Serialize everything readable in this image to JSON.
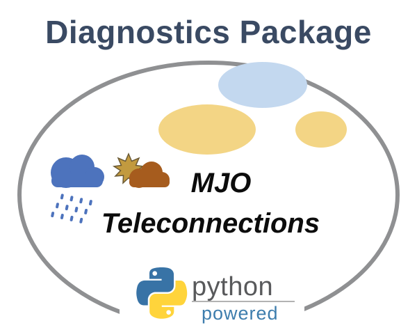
{
  "title": "Diagnostics Package",
  "center_text": {
    "line1": "MJO",
    "line2": "Teleconnections"
  },
  "badge": {
    "wordmark": "python",
    "tagline": "powered"
  },
  "colors": {
    "title": "#3a4a63",
    "ring": "#8f9092",
    "blob_blue": "#c3d8ef",
    "blob_yellow": "#f3d585",
    "cloud_blue": "#4d73bd",
    "rain_blue": "#4d73bd",
    "cloud_brown": "#a65c1e",
    "sun": "#c29a3f",
    "python_blue": "#3873a6",
    "python_yellow": "#ffd43b",
    "python_text": "#58595b",
    "powered_text": "#3d7dad",
    "center_text": "#0c0c0c",
    "divider": "#9a9a9a"
  }
}
